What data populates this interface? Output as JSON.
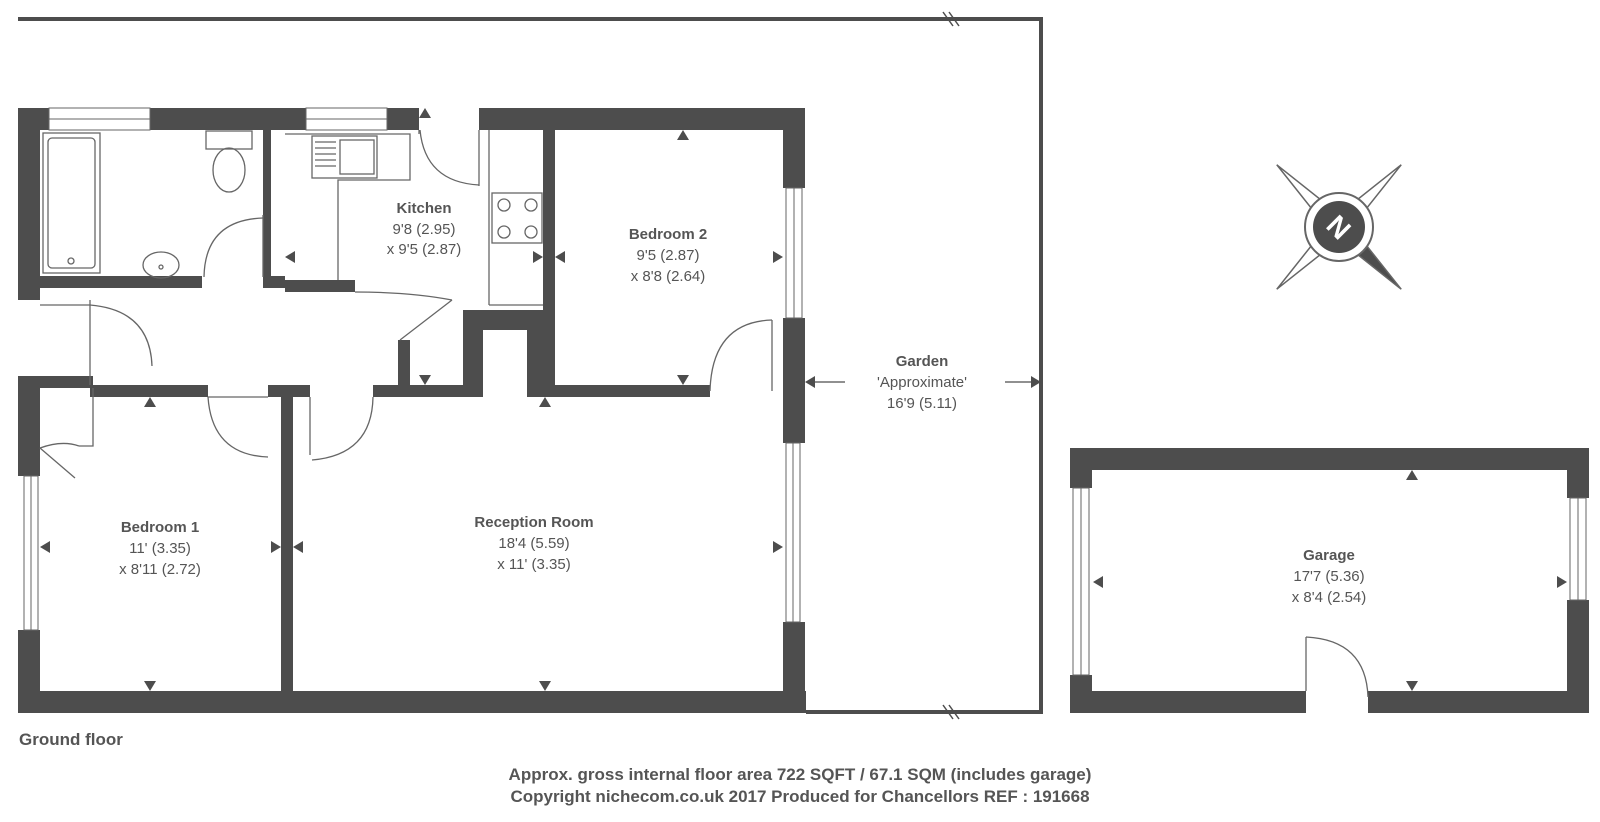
{
  "rooms": {
    "kitchen": {
      "name": "Kitchen",
      "dim1": "9'8 (2.95)",
      "dim2": "x 9'5 (2.87)"
    },
    "bedroom2": {
      "name": "Bedroom 2",
      "dim1": "9'5 (2.87)",
      "dim2": "x 8'8 (2.64)"
    },
    "garden": {
      "name": "Garden",
      "note": "'Approximate'",
      "dim1": "16'9 (5.11)"
    },
    "bedroom1": {
      "name": "Bedroom 1",
      "dim1": "11' (3.35)",
      "dim2": "x 8'11 (2.72)"
    },
    "reception": {
      "name": "Reception Room",
      "dim1": "18'4 (5.59)",
      "dim2": "x 11' (3.35)"
    },
    "garage": {
      "name": "Garage",
      "dim1": "17'7 (5.36)",
      "dim2": "x 8'4 (2.54)"
    }
  },
  "compass": {
    "letter": "N"
  },
  "floor_label": "Ground floor",
  "footer": {
    "line1": "Approx. gross internal floor area 722 SQFT / 67.1 SQM (includes garage)",
    "line2": "Copyright nichecom.co.uk 2017 Produced for Chancellors REF : 191668"
  },
  "colors": {
    "wall": "#4d4d4d",
    "line": "#666666",
    "text": "#555555"
  }
}
